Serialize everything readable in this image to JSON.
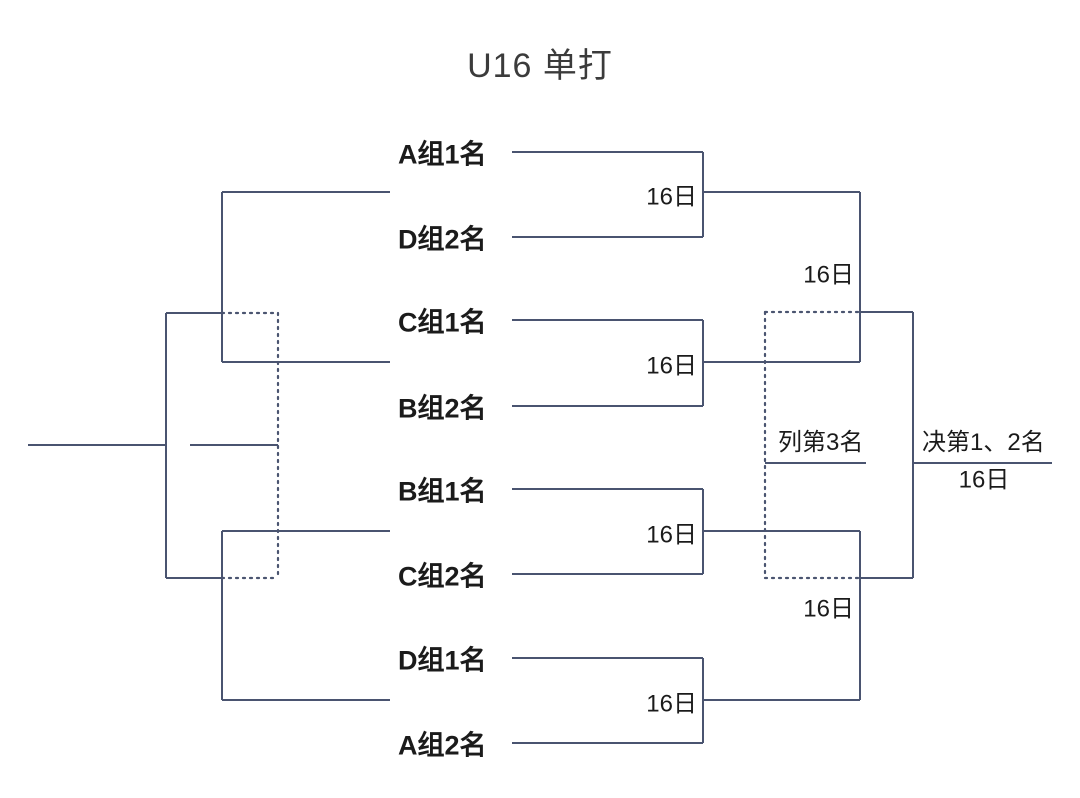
{
  "page": {
    "title": "U16 单打",
    "background_color": "#ffffff",
    "line_color": "#4a5470",
    "text_color": "#1b1b1b"
  },
  "chart_data": {
    "type": "diagram",
    "diagram_kind": "single-elimination-bracket",
    "title": "U16 单打",
    "rounds": [
      {
        "name": "quarterfinals",
        "matches": [
          {
            "top_seed": "A组1名",
            "bottom_seed": "D组2名",
            "date": "16日"
          },
          {
            "top_seed": "C组1名",
            "bottom_seed": "B组2名",
            "date": "16日"
          },
          {
            "top_seed": "B组1名",
            "bottom_seed": "C组2名",
            "date": "16日"
          },
          {
            "top_seed": "D组1名",
            "bottom_seed": "A组2名",
            "date": "16日"
          }
        ]
      },
      {
        "name": "semifinals",
        "matches": [
          {
            "date": "16日"
          },
          {
            "date": "16日"
          }
        ]
      },
      {
        "name": "finals",
        "matches": [
          {
            "label": "决第1、2名",
            "date": "16日"
          },
          {
            "label": "列第3名",
            "date": ""
          }
        ]
      }
    ]
  },
  "seeds": {
    "a1": "A组1名",
    "d2": "D组2名",
    "c1": "C组1名",
    "b2": "B组2名",
    "b1": "B组1名",
    "c2": "C组2名",
    "d1": "D组1名",
    "a2": "A组2名"
  },
  "dates": {
    "qf1": "16日",
    "qf2": "16日",
    "qf3": "16日",
    "qf4": "16日",
    "sf_top": "16日",
    "sf_bottom": "16日",
    "final": "16日"
  },
  "placements": {
    "third": "列第3名",
    "final": "决第1、2名"
  }
}
